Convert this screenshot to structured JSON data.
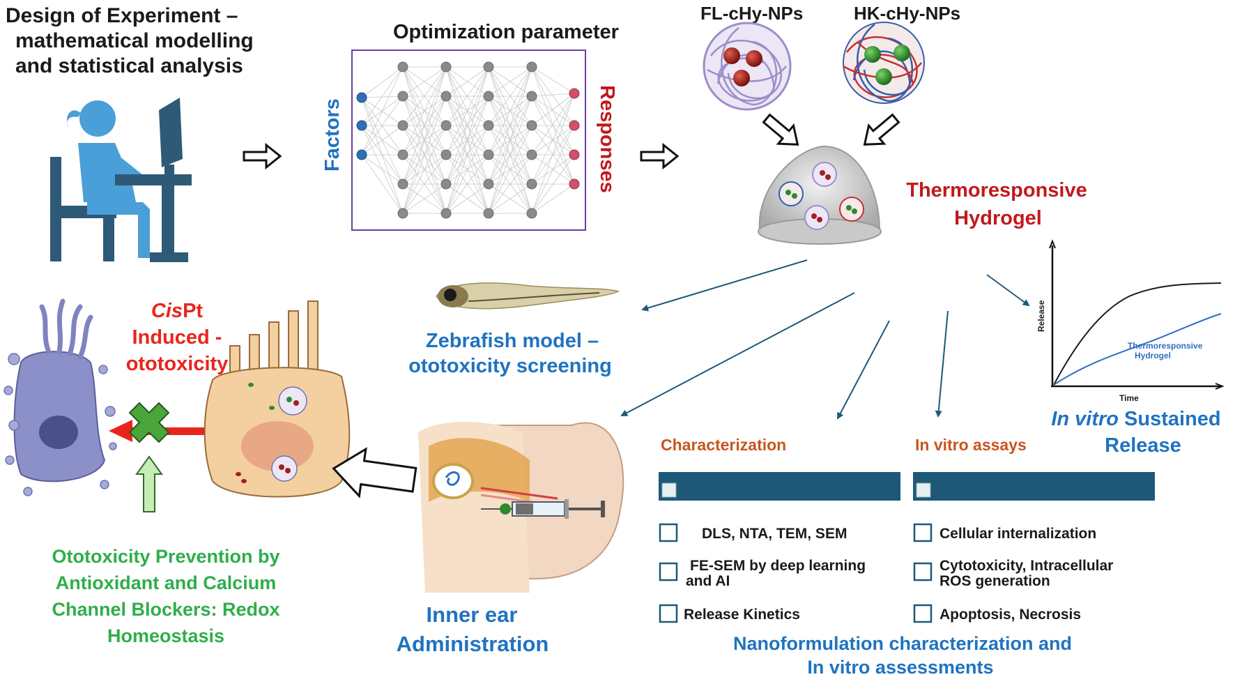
{
  "design": {
    "title_line1": "Design of Experiment –",
    "title_line2": "mathematical modelling",
    "title_line3": "and statistical analysis"
  },
  "optimization": {
    "title": "Optimization parameter",
    "factors_label": "Factors",
    "responses_label": "Responses"
  },
  "nanoparticles": {
    "fl_label": "FL-cHy-NPs",
    "hk_label": "HK-cHy-NPs"
  },
  "hydrogel": {
    "line1": "Thermoresponsive",
    "line2": "Hydrogel"
  },
  "release_chart": {
    "ylabel": "Release",
    "xlabel": "Time",
    "series_label_line1": "Thermoresponsive",
    "series_label_line2": "Hydrogel",
    "caption_italic": "In vitro",
    "caption_rest": " Sustained",
    "caption_line2": "Release"
  },
  "zebrafish": {
    "line1": "Zebrafish model –",
    "line2": "ototoxicity screening"
  },
  "cispt": {
    "italic": "Cis",
    "rest": "Pt",
    "line2": "Induced -",
    "line3": "ototoxicity"
  },
  "prevention": {
    "line1": "Ototoxicity Prevention by",
    "line2": "Antioxidant and Calcium",
    "line3": "Channel Blockers: Redox",
    "line4": "Homeostasis"
  },
  "inner_ear": {
    "line1": "Inner ear",
    "line2": "Administration"
  },
  "characterization": {
    "heading": "Characterization",
    "items": [
      {
        "line1": "DLS, NTA, TEM, SEM",
        "line2": ""
      },
      {
        "line1": "FE-SEM  by deep learning",
        "line2": "and AI"
      },
      {
        "line1": "Release Kinetics",
        "line2": ""
      }
    ]
  },
  "in_vitro": {
    "heading": "In vitro assays",
    "items": [
      {
        "line1": "Cellular internalization",
        "line2": ""
      },
      {
        "line1": "Cytotoxicity, Intracellular",
        "line2": "ROS generation"
      },
      {
        "line1": "Apoptosis, Necrosis",
        "line2": ""
      }
    ]
  },
  "footer": {
    "line1": "Nanoformulation characterization and",
    "line2": "In vitro assessments"
  },
  "colors": {
    "blue_text": "#1f73c0",
    "red_text": "#c0191f",
    "bright_red": "#e8251d",
    "green_text": "#2fae4a",
    "orange": "#c6561e",
    "bar": "#1d5878",
    "arrow": "#1d5878"
  }
}
